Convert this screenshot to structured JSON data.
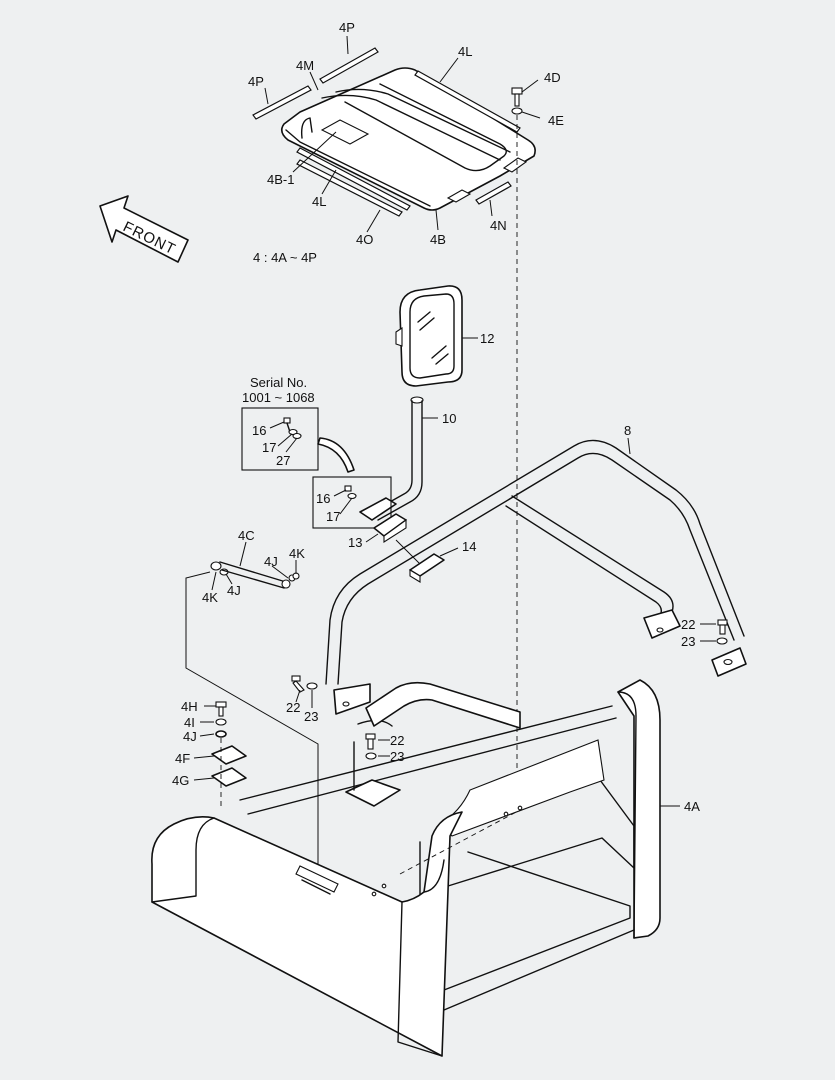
{
  "background_color": "#eef0f1",
  "line_color": "#111111",
  "front_arrow": {
    "label": "FRONT"
  },
  "note": {
    "text": "4 : 4A ~ 4P"
  },
  "serial_note": {
    "line1": "Serial No.",
    "line2": "1001 ~ 1068"
  },
  "callouts": {
    "c4P_right": "4P",
    "c4P_left": "4P",
    "c4M": "4M",
    "c4L_top": "4L",
    "c4D": "4D",
    "c4E": "4E",
    "c4B1": "4B-1",
    "c4L_bottom": "4L",
    "c4O": "4O",
    "c4B": "4B",
    "c4N": "4N",
    "c12": "12",
    "c10": "10",
    "c16_box": "16",
    "c17_box": "17",
    "c27_box": "27",
    "c16": "16",
    "c17": "17",
    "c8": "8",
    "c13": "13",
    "c14": "14",
    "c4C": "4C",
    "c4J_right": "4J",
    "c4K_right": "4K",
    "c4K_left": "4K",
    "c4J_left": "4J",
    "c22_right": "22",
    "c23_right": "23",
    "c22_left": "22",
    "c23_left": "23",
    "c4H": "4H",
    "c4I": "4I",
    "c4J_stack": "4J",
    "c4F": "4F",
    "c4G": "4G",
    "c22_mid": "22",
    "c23_mid": "23",
    "c4A": "4A"
  }
}
